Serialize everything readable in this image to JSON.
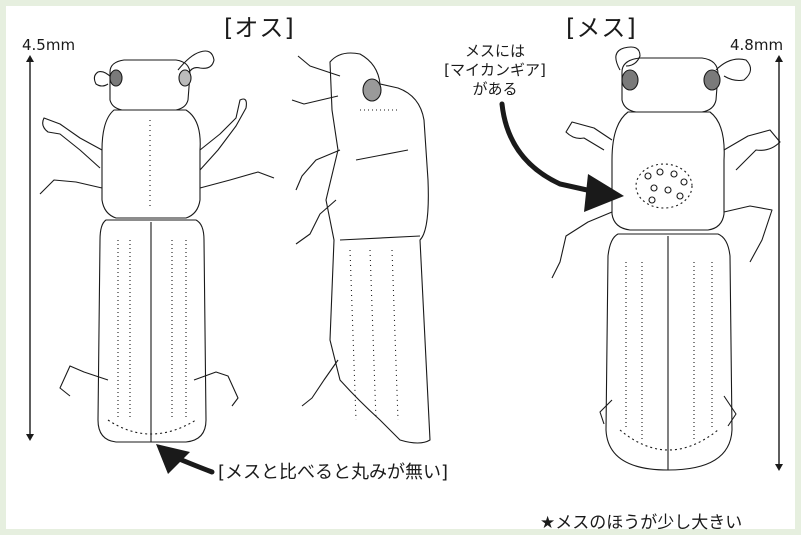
{
  "labels": {
    "male": "[オス]",
    "female": "[メス]",
    "male_size": "4.5mm",
    "female_size": "4.8mm",
    "female_callout_line1": "メスには",
    "female_callout_line2": "[マイカンギア]",
    "female_callout_line3": "がある",
    "male_caption": "[メスと比べると丸みが無い]",
    "footer_note": "★メスのほうが少し大きい"
  },
  "colors": {
    "ink": "#1a1a1a",
    "border": "#e6efdf",
    "background": "#ffffff"
  },
  "icons": {
    "beetle_male_dorsal": "beetle-dorsal",
    "beetle_male_lateral": "beetle-lateral",
    "beetle_female_dorsal": "beetle-dorsal",
    "mycangia": "pit-cluster",
    "arrow": "curved-arrow"
  }
}
